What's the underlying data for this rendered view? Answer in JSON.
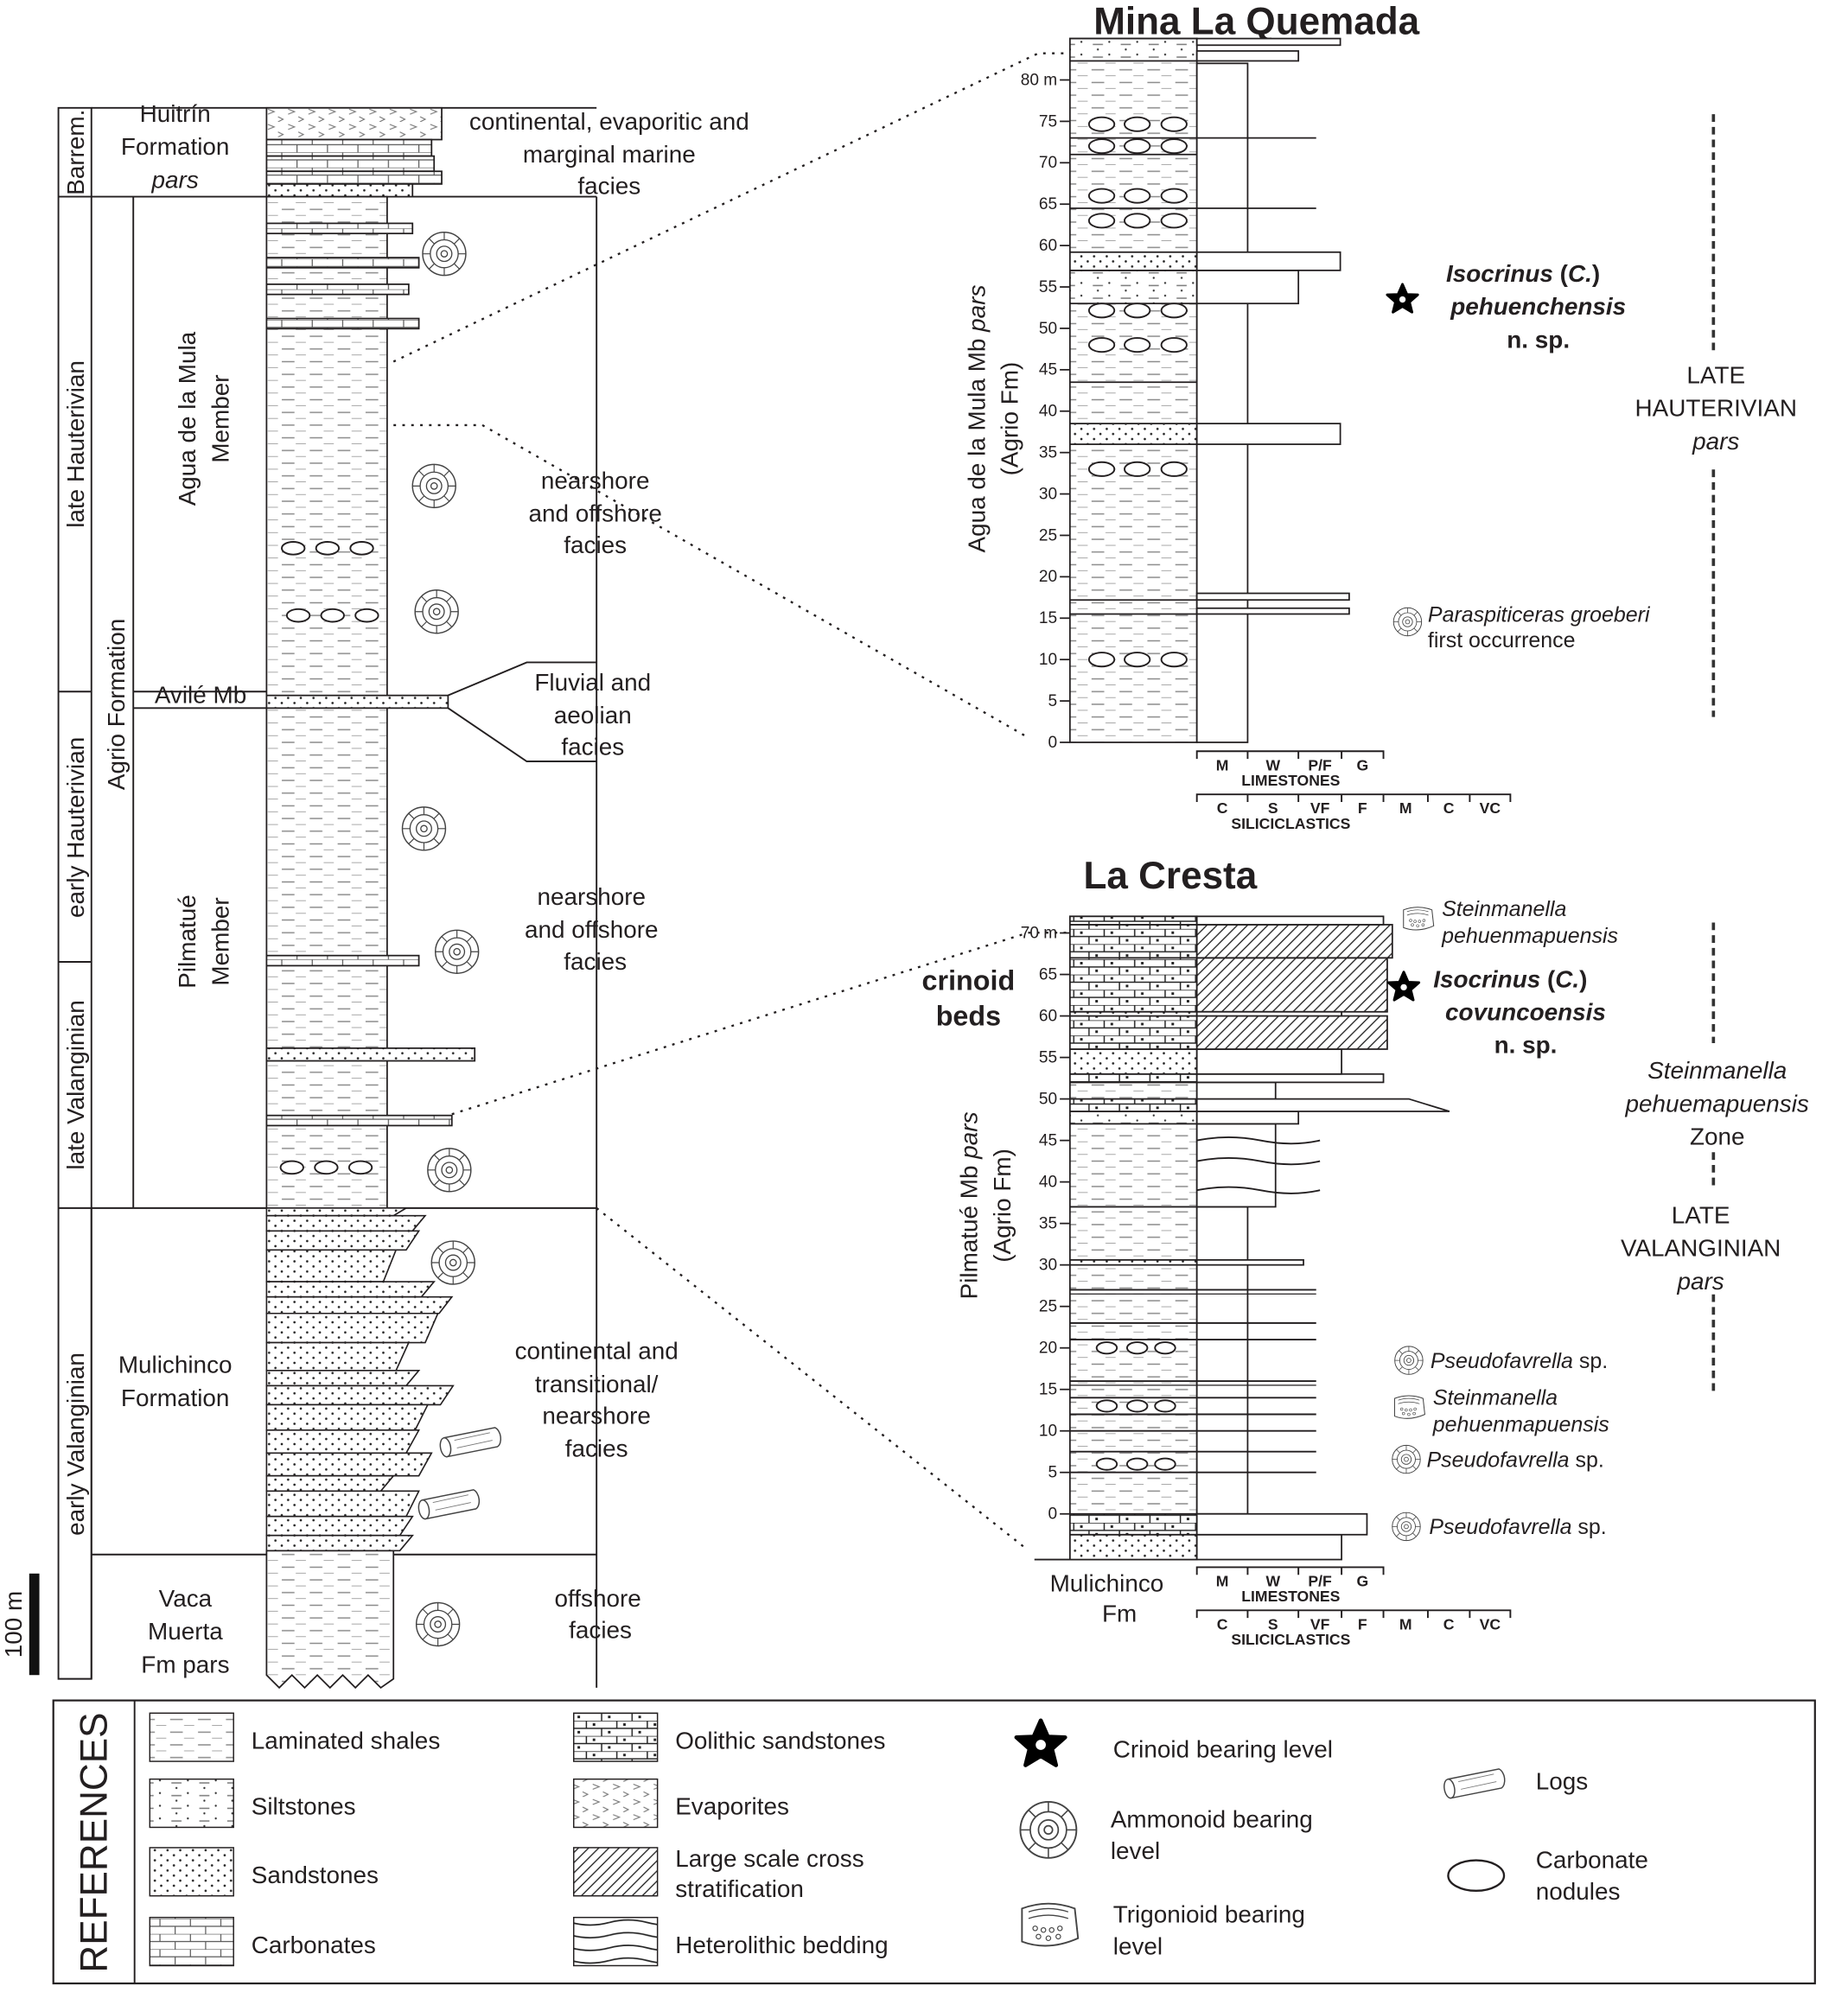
{
  "main_column": {
    "ages": [
      "Barrem.",
      "late Hauterivian",
      "early Hauterivian",
      "late Valanginian",
      "early Valanginian"
    ],
    "huitrin": [
      "Huitrín",
      "Formation",
      "pars"
    ],
    "agrio": "Agrio Formation",
    "agua_de_la_mula": [
      "Agua de la Mula",
      "Member"
    ],
    "avile": "Avilé Mb",
    "pilmatue": [
      "Pilmatué",
      "Member"
    ],
    "mulichinco": [
      "Mulichinco",
      "Formation"
    ],
    "vaca_muerta": [
      "Vaca",
      "Muerta",
      "Fm pars"
    ],
    "facies": {
      "huitrin": [
        "continental,  evaporitic and",
        "marginal marine",
        "facies"
      ],
      "agua": [
        "nearshore",
        "and offshore",
        "facies"
      ],
      "avile": [
        "Fluvial and",
        "aeolian",
        "facies"
      ],
      "pilmatue": [
        "nearshore",
        "and offshore",
        "facies"
      ],
      "mulichinco": [
        "continental and",
        "transitional/",
        "nearshore",
        "facies"
      ],
      "vaca": [
        "offshore",
        "facies"
      ]
    },
    "scale_bar": "100 m"
  },
  "mina_la_quemada": {
    "title": "Mina La Quemada",
    "unit_label": [
      "Agua de la Mula Mb ",
      "pars",
      "(Agrio Fm)"
    ],
    "ticks": [
      "0",
      "5",
      "10",
      "15",
      "20",
      "25",
      "30",
      "35",
      "40",
      "45",
      "50",
      "55",
      "60",
      "65",
      "70",
      "75",
      "80 m"
    ],
    "crinoid": [
      "Isocrinus",
      " (",
      "C.",
      ")",
      "pehuenchensis",
      "n. sp."
    ],
    "ammonoid": [
      "Paraspiticeras groeberi",
      "first occurrence"
    ],
    "age": [
      "LATE",
      "HAUTERIVIAN",
      "pars"
    ]
  },
  "la_cresta": {
    "title": "La Cresta",
    "unit_label": [
      "Pilmatué Mb ",
      "pars",
      "(Agrio Fm)"
    ],
    "base_label": [
      "Mulichinco",
      "Fm"
    ],
    "crinoid_beds": [
      "crinoid",
      "beds"
    ],
    "ticks": [
      "0",
      "5",
      "10",
      "15",
      "20",
      "25",
      "30",
      "35",
      "40",
      "45",
      "50",
      "55",
      "60",
      "65",
      "70 m"
    ],
    "crinoid": [
      "Isocrinus",
      " (",
      "C.",
      ")",
      "covuncoensis",
      "n. sp."
    ],
    "fossils": [
      {
        "name": [
          "Steinmanella",
          "pehuenmapuensis"
        ],
        "kind": "trigonioid"
      },
      {
        "name": [
          "Pseudofavrella",
          " sp."
        ],
        "kind": "ammonoid"
      },
      {
        "name": [
          "Steinmanella",
          "pehuenmapuensis"
        ],
        "kind": "trigonioid"
      },
      {
        "name": [
          "Pseudofavrella",
          " sp."
        ],
        "kind": "ammonoid"
      },
      {
        "name": [
          "Pseudofavrella",
          " sp."
        ],
        "kind": "ammonoid"
      }
    ],
    "zone": [
      "Steinmanella",
      "pehuemapuensis",
      "Zone"
    ],
    "age": [
      "LATE",
      "VALANGINIAN",
      "pars"
    ]
  },
  "grain_scale": {
    "limestones": [
      "M",
      "W",
      "P/F",
      "G"
    ],
    "limestones_label": "LIMESTONES",
    "siliciclastics": [
      "C",
      "S",
      "VF",
      "F",
      "M",
      "C",
      "VC"
    ],
    "siliciclastics_label": "SILICICLASTICS"
  },
  "legend": {
    "title": "REFERENCES",
    "lithologies": [
      {
        "label": "Laminated shales",
        "pattern": "shale"
      },
      {
        "label": "Siltstones",
        "pattern": "silt"
      },
      {
        "label": "Sandstones",
        "pattern": "sand"
      },
      {
        "label": "Carbonates",
        "pattern": "carb"
      },
      {
        "label": "Oolithic sandstones",
        "pattern": "ool"
      },
      {
        "label": "Evaporites",
        "pattern": "evap"
      },
      {
        "label": [
          "Large scale cross",
          "stratification"
        ],
        "pattern": "cross"
      },
      {
        "label": "Heterolithic bedding",
        "pattern": "hetero"
      }
    ],
    "symbols": [
      {
        "label": "Crinoid bearing level",
        "icon": "star-icon"
      },
      {
        "label": [
          "Ammonoid bearing",
          "level"
        ],
        "icon": "ammonite-icon"
      },
      {
        "label": [
          "Trigonioid bearing",
          "level"
        ],
        "icon": "trigonioid-icon"
      },
      {
        "label": "Logs",
        "icon": "log-icon"
      },
      {
        "label": [
          "Carbonate",
          "nodules"
        ],
        "icon": "nodule-icon"
      }
    ]
  }
}
